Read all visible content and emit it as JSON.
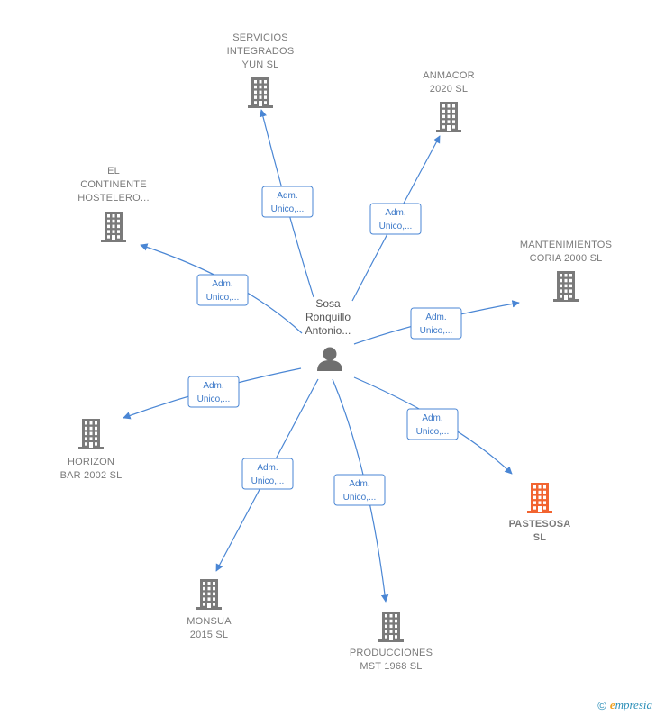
{
  "center": {
    "label_lines": [
      "Sosa",
      "Ronquillo",
      "Antonio..."
    ],
    "icon": "person-icon"
  },
  "edge_label_lines": [
    "Adm.",
    "Unico,..."
  ],
  "companies": [
    {
      "id": "servicios-integrados-yun",
      "lines": [
        "SERVICIOS",
        "INTEGRADOS",
        "YUN  SL"
      ],
      "icon": "building-icon",
      "color": "#7a7a7a",
      "highlight": false
    },
    {
      "id": "anmacor-2020",
      "lines": [
        "ANMACOR",
        "2020  SL"
      ],
      "icon": "building-icon",
      "color": "#7a7a7a",
      "highlight": false
    },
    {
      "id": "el-continente-hostelero",
      "lines": [
        "EL",
        "CONTINENTE",
        "HOSTELERO..."
      ],
      "icon": "building-icon",
      "color": "#7a7a7a",
      "highlight": false
    },
    {
      "id": "mantenimientos-coria-2000",
      "lines": [
        "MANTENIMIENTOS",
        "CORIA 2000  SL"
      ],
      "icon": "building-icon",
      "color": "#7a7a7a",
      "highlight": false
    },
    {
      "id": "horizon-bar-2002",
      "lines": [
        "HORIZON",
        "BAR 2002  SL"
      ],
      "icon": "building-icon",
      "color": "#7a7a7a",
      "highlight": false
    },
    {
      "id": "pastesosa",
      "lines": [
        "PASTESOSA",
        "SL"
      ],
      "icon": "building-icon",
      "color": "#f26430",
      "highlight": true
    },
    {
      "id": "monsua-2015",
      "lines": [
        "MONSUA",
        "2015  SL"
      ],
      "icon": "building-icon",
      "color": "#7a7a7a",
      "highlight": false
    },
    {
      "id": "producciones-mst-1968",
      "lines": [
        "PRODUCCIONES",
        "MST 1968  SL"
      ],
      "icon": "building-icon",
      "color": "#7a7a7a",
      "highlight": false
    }
  ],
  "colors": {
    "edge": "#4a86d4",
    "node": "#7a7a7a",
    "highlight": "#f26430"
  },
  "footer": {
    "copyright": "©",
    "brand_initial": "e",
    "brand_rest": "mpresia"
  }
}
